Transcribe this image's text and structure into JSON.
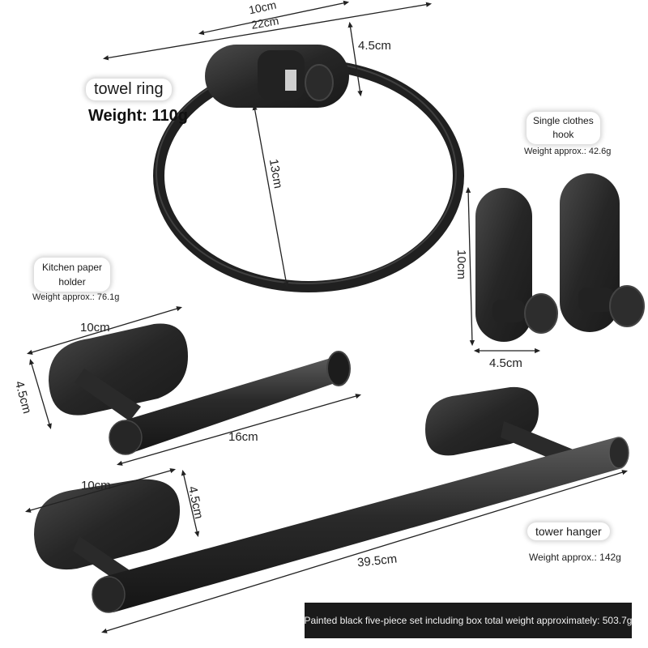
{
  "products": {
    "towel_ring": {
      "name": "towel ring",
      "weight": "Weight: 110g",
      "dims": {
        "width_small": "10cm",
        "width_large": "22cm",
        "depth": "4.5cm",
        "height": "13cm"
      }
    },
    "clothes_hook": {
      "name_line1": "Single clothes",
      "name_line2": "hook",
      "weight": "Weight approx.: 42.6g",
      "dims": {
        "height": "10cm",
        "width": "4.5cm"
      }
    },
    "paper_holder": {
      "name_line1": "Kitchen paper",
      "name_line2": "holder",
      "weight": "Weight approx.: 76.1g",
      "dims": {
        "width": "10cm",
        "depth": "4.5cm",
        "length": "16cm"
      }
    },
    "towel_hanger": {
      "name": "tower hanger",
      "weight": "Weight approx.: 142g",
      "dims": {
        "width": "10cm",
        "depth": "4.5cm",
        "length": "39.5cm"
      }
    }
  },
  "footer": {
    "text": "Painted black five-piece set including box total weight approximately: 503.7g"
  },
  "colors": {
    "metal": "#2a2a2a",
    "metal_highlight": "#5a5a5a",
    "banner": "#1a1a1a"
  }
}
